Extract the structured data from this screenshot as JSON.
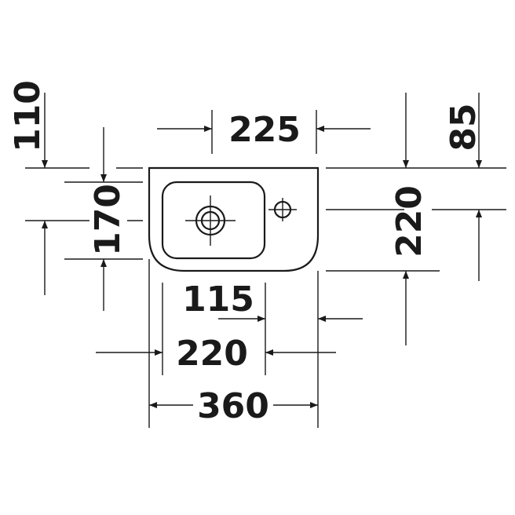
{
  "dimensions": {
    "top_width": "225",
    "left_top_height": "110",
    "right_top_height": "85",
    "basin_height": "170",
    "total_depth": "220",
    "tap_offset": "115",
    "basin_width": "220",
    "total_width": "360"
  },
  "colors": {
    "ink": "#1a1a1a",
    "background": "#ffffff"
  }
}
